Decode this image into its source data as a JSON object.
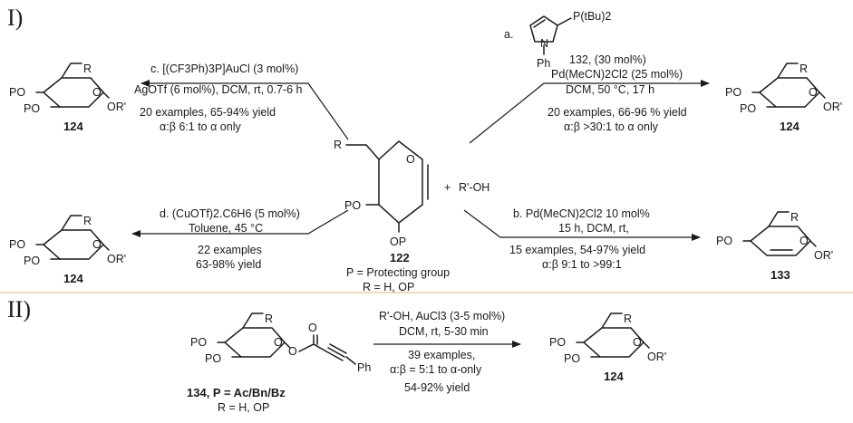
{
  "part1": {
    "label": "I)",
    "center": {
      "number": "122",
      "reagent": "R'-OH",
      "plus": "+",
      "p_def": "P = Protecting group",
      "r_def": "R = H, OP",
      "subst_r": "R",
      "subst_po": "PO",
      "subst_op": "OP"
    },
    "route_a": {
      "letter": "a.",
      "ligand_sub": "P(tBu)2",
      "ligand_n": "N",
      "ligand_ph": "Ph",
      "line_ligand": "132, (30 mol%)",
      "line_pd": "Pd(MeCN)2Cl2 (25 mol%)",
      "line_cond": "DCM, 50 °C, 17 h",
      "line_yield": "20 examples, 66-96 % yield",
      "line_sel": "α:β >30:1 to α only",
      "product": "124"
    },
    "route_b": {
      "line1": "b. Pd(MeCN)2Cl2 10 mol%",
      "line2": "15 h, DCM, rt,",
      "line_yield": "15 examples, 54-97% yield",
      "line_sel": "α:β 9:1 to >99:1",
      "product": "133"
    },
    "route_c": {
      "line1": "c. [(CF3Ph)3P]AuCl (3 mol%)",
      "line2": "AgOTf (6 mol%), DCM, rt, 0.7-6 h",
      "line_yield": "20 examples, 65-94% yield",
      "line_sel": "α:β 6:1 to α only",
      "product": "124"
    },
    "route_d": {
      "line1": "d. (CuOTf)2.C6H6 (5 mol%)",
      "line2": "Toluene, 45 °C",
      "line_examples": "22 examples",
      "line_yield": "63-98% yield",
      "product": "124"
    }
  },
  "part2": {
    "label": "II)",
    "sm_number": "134, P = Ac/Bn/Bz",
    "sm_r": "R = H, OP",
    "ph": "Ph",
    "line1": "R'-OH, AuCl3 (3-5 mol%)",
    "line2": "DCM, rt, 5-30 min",
    "line3": "39 examples,",
    "line4": "α:β = 5:1 to α-only",
    "line5": "54-92% yield",
    "product": "124"
  },
  "atoms": {
    "po": "PO",
    "r": "R",
    "or": "OR'",
    "o": "O"
  },
  "colors": {
    "divider": "#f2c9a8",
    "ink": "#1a1a1a"
  }
}
